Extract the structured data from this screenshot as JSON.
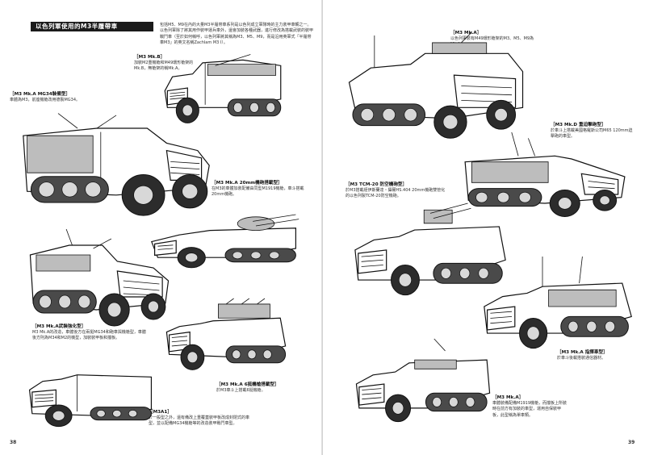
{
  "section_title": "以色列軍使用的M3半履帶車",
  "intro": "包括M5、M9在內的大量M3半履帶車系列是以色列成立軍隊時的主力裝甲車輛之一。以色列軍除了將其用作裝甲運兵車外，還會加裝各種武器，進行修改為搭載武裝的裝甲戰鬥車（至於如何稱呼，以色列軍將其稱為M3、M5、M9，而是沿用英軍式「半履帶車M3」的英文名稱Zachlam M3 I）。",
  "left_captions": [
    {
      "title": "［M3 Mk.B］",
      "text": "加裝M2重機槍和M49環形槍架的Mk.B，無槍架的稱Mk.A。"
    },
    {
      "title": "［M3 Mk.A MG34裝備型］",
      "text": "車體為M3，前座機槍改用德製MG34。"
    },
    {
      "title": "［M3 Mk.A 20mm機砲搭載型］",
      "text": "在M3的車體加裝配備由同型M1919機槍，車斗搭載20mm機砲。"
    },
    {
      "title": "［M3 Mk.A武裝強化型］",
      "text": "M3 Mk.A的改造，車體後方在兩挺MG34和砲車與機槍型，車體後方則為M34和M2的機型，加裝裝甲板和擋板。"
    },
    {
      "title": "［M3 Mk.A 6挺機槍搭載型］",
      "text": "於M3車斗上搭載6挺機槍。"
    },
    {
      "title": "［M3A1］",
      "text": "於一般型之外，還有備改上重覆蓋裝甲板改成封閉式的車型，並以配備MG34機槍等的改造裝甲戰鬥車型。"
    }
  ],
  "right_captions": [
    {
      "title": "［M3 Mk.A］",
      "text": "以色列軍裝有M49環形槍架的M3、M5、M9為Mk.A。"
    },
    {
      "title": "［M3 Mk.D 重迫擊砲型］",
      "text": "於車斗上搭載美國格羅斯公司M65 120mm迫擊砲的車型。"
    },
    {
      "title": "［M3 TCM-20 防空機砲型］",
      "text": "於M3搭載經伊斯蘭達・攝爾HS.404 20mm機砲雙管化的以色列製TCM-20防空機砲。"
    },
    {
      "title": "［M3 Mk.A 指揮車型］",
      "text": "於車斗後載搭裝通信器材。"
    },
    {
      "title": "［M3 Mk.A］",
      "text": "車體裝備配備M1919機槍，而擋板上所裝時在前方有加裝的車型，運用自保裝甲板，此型稱為單車類。"
    }
  ],
  "page_numbers": {
    "left": "38",
    "right": "39"
  }
}
